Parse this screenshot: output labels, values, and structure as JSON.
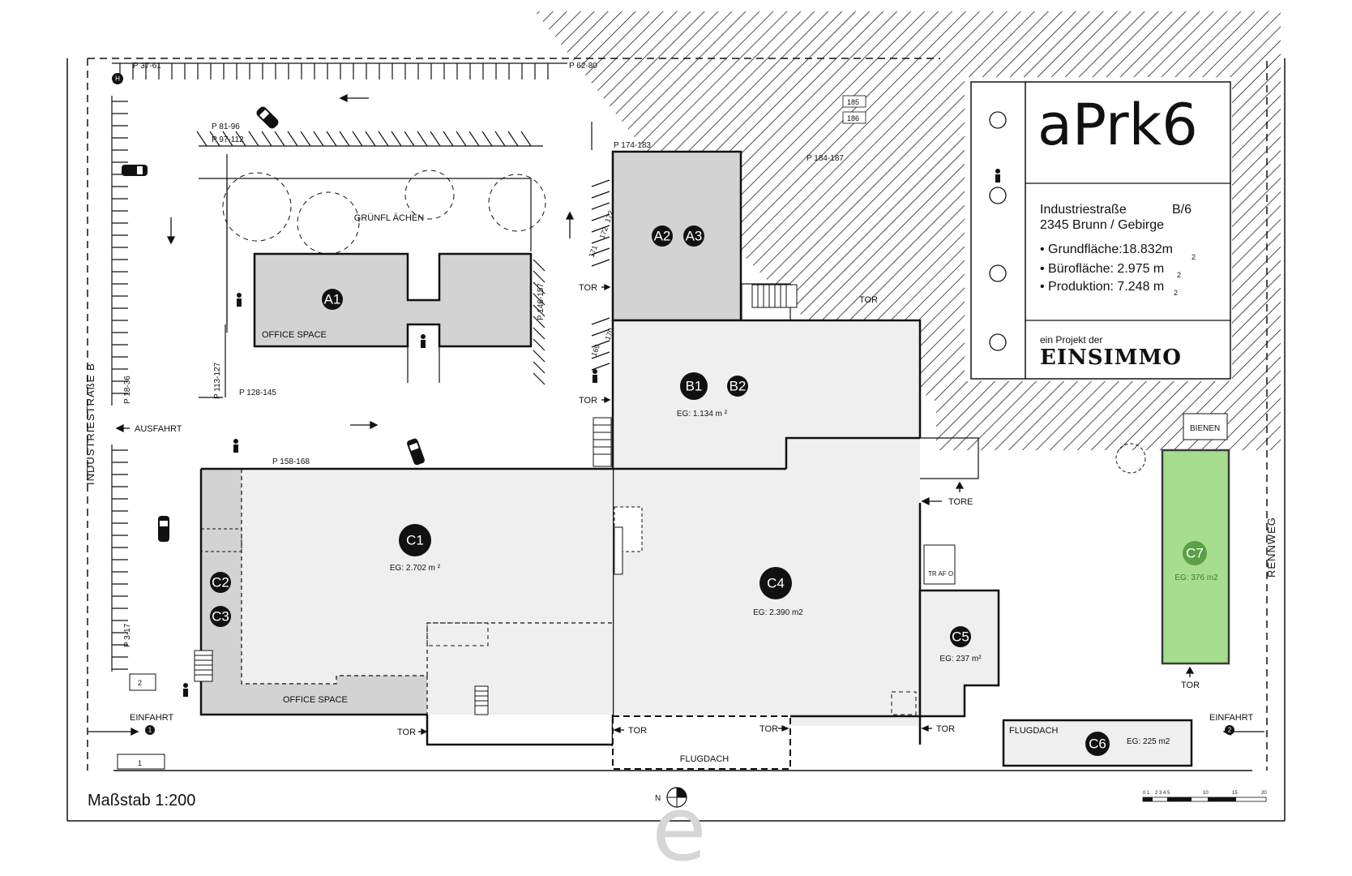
{
  "project": {
    "title": "aPrk6",
    "address_line1": "Industriestraße",
    "address_number": "B/6",
    "address_line2": "2345 Brunn / Gebirge",
    "stats": [
      "• Grundfläche:18.832m",
      "• Bürofläche: 2.975 m",
      "• Produktion: 7.248 m"
    ],
    "superscripts": [
      "2",
      "2",
      "2"
    ],
    "developer_prefix": "ein Projekt der",
    "developer": "EINSIMMO"
  },
  "streets": {
    "left": "INDUSTRIESTRAßE B",
    "right": "RENNWEG"
  },
  "scale_label": "Maßstab 1:200",
  "scale_ticks": [
    "0 1",
    "2 3 4 5",
    "10",
    "15",
    "20"
  ],
  "north_label": "N",
  "watermark": "e",
  "units": [
    {
      "id": "A1",
      "area": ""
    },
    {
      "id": "A2",
      "area": ""
    },
    {
      "id": "A3",
      "area": ""
    },
    {
      "id": "B1",
      "area": "EG: 1.134 m ²"
    },
    {
      "id": "B2",
      "area": ""
    },
    {
      "id": "C1",
      "area": "EG: 2.702 m ²"
    },
    {
      "id": "C2",
      "area": ""
    },
    {
      "id": "C3",
      "area": ""
    },
    {
      "id": "C4",
      "area": "EG: 2.390 m2"
    },
    {
      "id": "C5",
      "area": "EG: 237 m²"
    },
    {
      "id": "C6",
      "area": "EG: 225 m2"
    },
    {
      "id": "C7",
      "area": "EG: 376 m2"
    }
  ],
  "labels": {
    "office_space": "OFFICE SPACE",
    "gruenflaechen": "GRÜNFL ÄCHEN",
    "ausfahrt": "AUSFAHRT",
    "einfahrt": "EINFAHRT",
    "tor": "TOR",
    "tore": "TORE",
    "trafo": "TR AF O",
    "flugdach": "FLUGDACH",
    "bienen": "BIENEN"
  },
  "parking": [
    "P 37-61",
    "P 62-80",
    "P 81-96",
    "P 97-112",
    "P 174-183",
    "P 184-187",
    "P 146-157",
    "P 113-127",
    "P 128-145",
    "P 18-36",
    "P 158-168",
    "P 3-17"
  ],
  "spot_numbers": [
    "185",
    "186",
    "172",
    "171",
    "170",
    "169",
    "2",
    "1",
    "172"
  ],
  "entrance_numbers": [
    "1",
    "2"
  ],
  "marker_h": "H",
  "colors": {
    "building_fill": "#d3d3d3",
    "floor_fill": "#efefef",
    "green_fill": "#a6dd8f",
    "green_stroke": "#3b3b3b",
    "badge": "#111111",
    "line": "#111111"
  }
}
